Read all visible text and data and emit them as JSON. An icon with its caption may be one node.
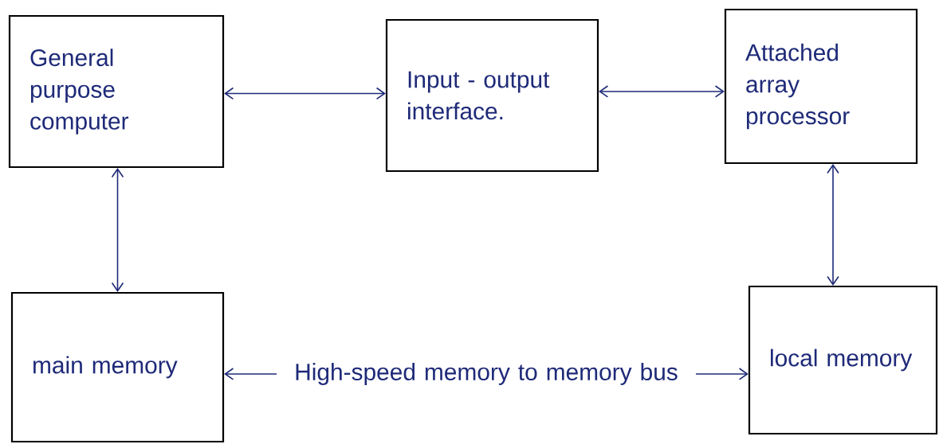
{
  "diagram": {
    "nodes": [
      {
        "text": [
          "General purpose computer"
        ]
      },
      {
        "text": [
          "Input - output interface."
        ]
      },
      {
        "text": [
          "Attached array processor"
        ]
      },
      {
        "text": [
          "main memory"
        ]
      },
      {
        "text": [
          "local memory"
        ]
      }
    ],
    "edges": [
      {
        "from": 0,
        "to": 1,
        "arrow": "both"
      },
      {
        "from": 1,
        "to": 2,
        "arrow": "both"
      },
      {
        "from": 0,
        "to": 3,
        "arrow": "both"
      },
      {
        "from": 2,
        "to": 4,
        "arrow": "both"
      },
      {
        "from": 3,
        "to": 4,
        "arrow": "both",
        "label": "High-speed memory to memory bus"
      }
    ]
  }
}
